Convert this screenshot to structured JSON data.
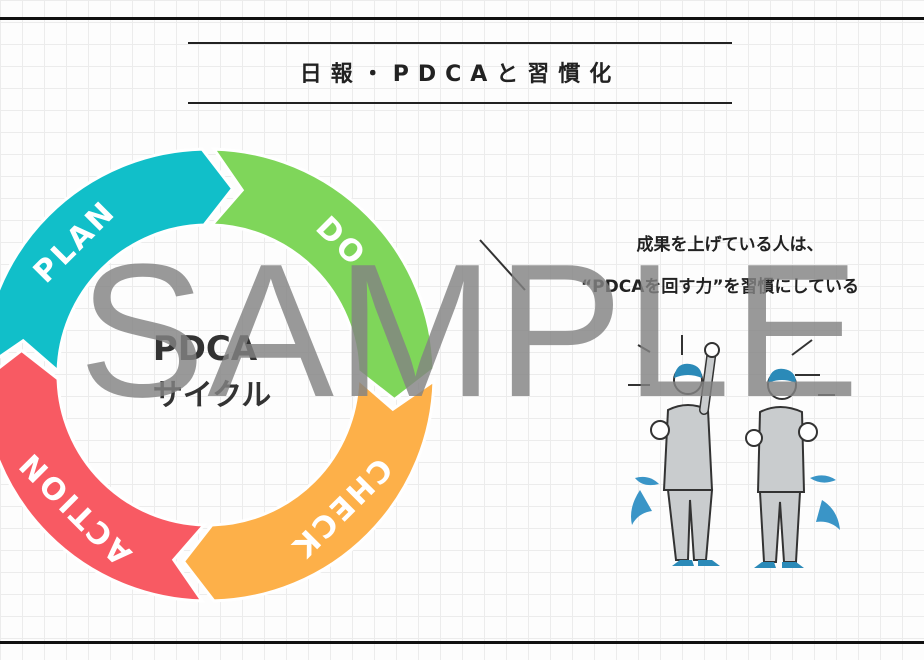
{
  "title": "日報・PDCAと習慣化",
  "cycle": {
    "center_line1": "PDCA",
    "center_line2": "サイクル",
    "segments": [
      {
        "label": "PLAN",
        "color": "#11bfc9"
      },
      {
        "label": "DO",
        "color": "#7fd65a"
      },
      {
        "label": "CHECK",
        "color": "#fdb049"
      },
      {
        "label": "ACTION",
        "color": "#f85a63"
      }
    ]
  },
  "caption": {
    "line1": "成果を上げている人は、",
    "line2": "“PDCAを回す力”を習慣にしている"
  },
  "illustration": {
    "suit_color": "#c9ccce",
    "hair_color": "#2b8ab8",
    "accent_color": "#3a95c7"
  },
  "watermark": "SAMPLE"
}
